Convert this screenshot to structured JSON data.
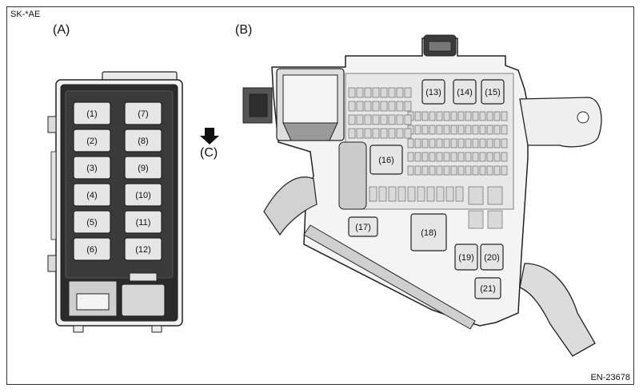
{
  "header": {
    "code": "SK-*AE"
  },
  "footer": {
    "ref": "EN-23678"
  },
  "views": {
    "a": {
      "label": "(A)"
    },
    "b": {
      "label": "(B)"
    },
    "c": {
      "label": "(C)",
      "direction_icon": "arrow-down-icon"
    }
  },
  "relays_a": [
    "(1)",
    "(2)",
    "(3)",
    "(4)",
    "(5)",
    "(6)",
    "(7)",
    "(8)",
    "(9)",
    "(10)",
    "(11)",
    "(12)"
  ],
  "relays_b": [
    "(13)",
    "(14)",
    "(15)",
    "(16)",
    "(17)",
    "(18)",
    "(19)",
    "(20)",
    "(21)"
  ]
}
